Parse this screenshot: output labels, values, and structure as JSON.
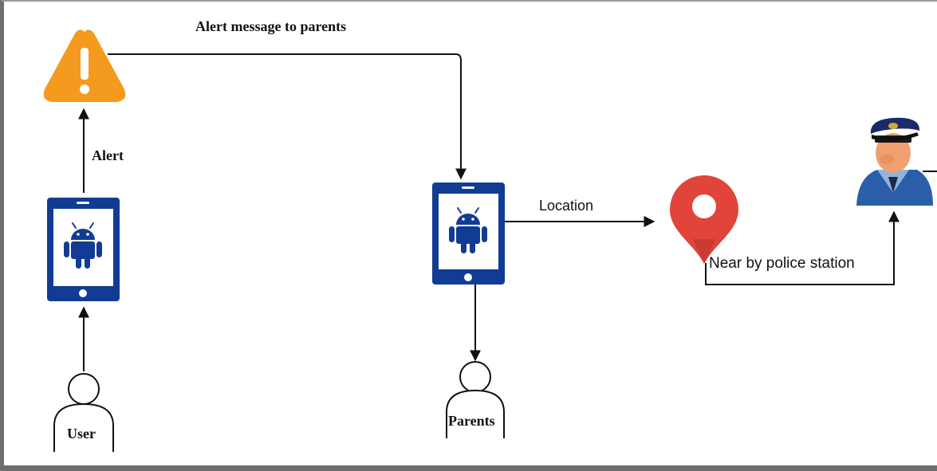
{
  "labels": {
    "alert_message": "Alert message to parents",
    "alert": "Alert",
    "location": "Location",
    "police_station": "Near by police station",
    "user": "User",
    "parents": "Parents"
  },
  "colors": {
    "warning": "#f39a1f",
    "phone": "#123b94",
    "android": "#123b94",
    "pin": "#e0443a",
    "line": "#111111"
  },
  "icons": [
    "warning-icon",
    "phone-icon",
    "android-icon",
    "location-pin-icon",
    "police-officer-icon",
    "person-icon"
  ]
}
